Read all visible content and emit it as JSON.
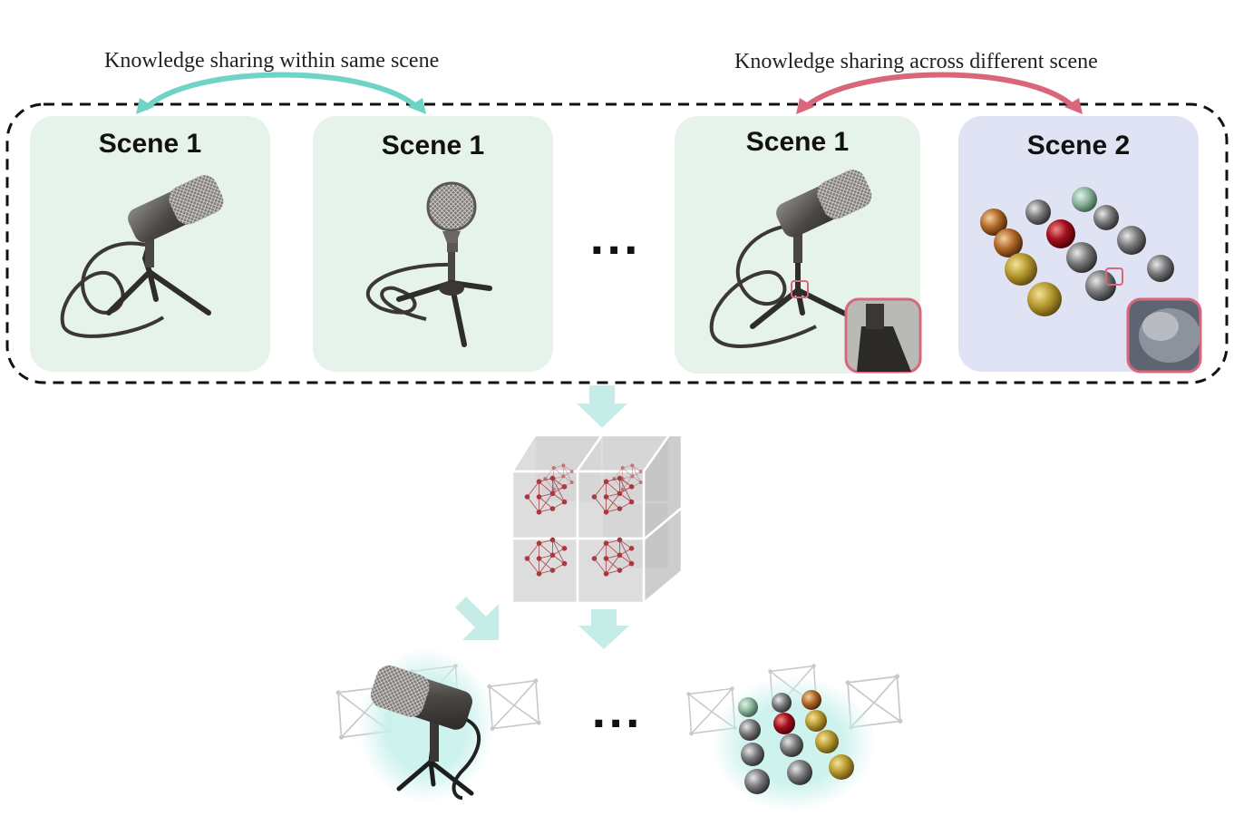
{
  "captions": {
    "within": "Knowledge sharing within same scene",
    "across": "Knowledge sharing across different scene"
  },
  "panels": [
    {
      "title": "Scene 1",
      "content": "microphone-angled"
    },
    {
      "title": "Scene 1",
      "content": "microphone-front"
    },
    {
      "title": "Scene 1",
      "content": "microphone-angled-zoom"
    },
    {
      "title": "Scene 2",
      "content": "material-spheres-zoom"
    }
  ],
  "ellipsis": "...",
  "colors": {
    "within_arrow": "#6fd3c6",
    "across_arrow": "#d9677a",
    "scene1_bg": "#e5f3ea",
    "scene2_bg": "#dfe3f4",
    "flow_arrow": "#bfe9e3",
    "node": "#a9383f",
    "zoom_border": "#d9677a"
  }
}
